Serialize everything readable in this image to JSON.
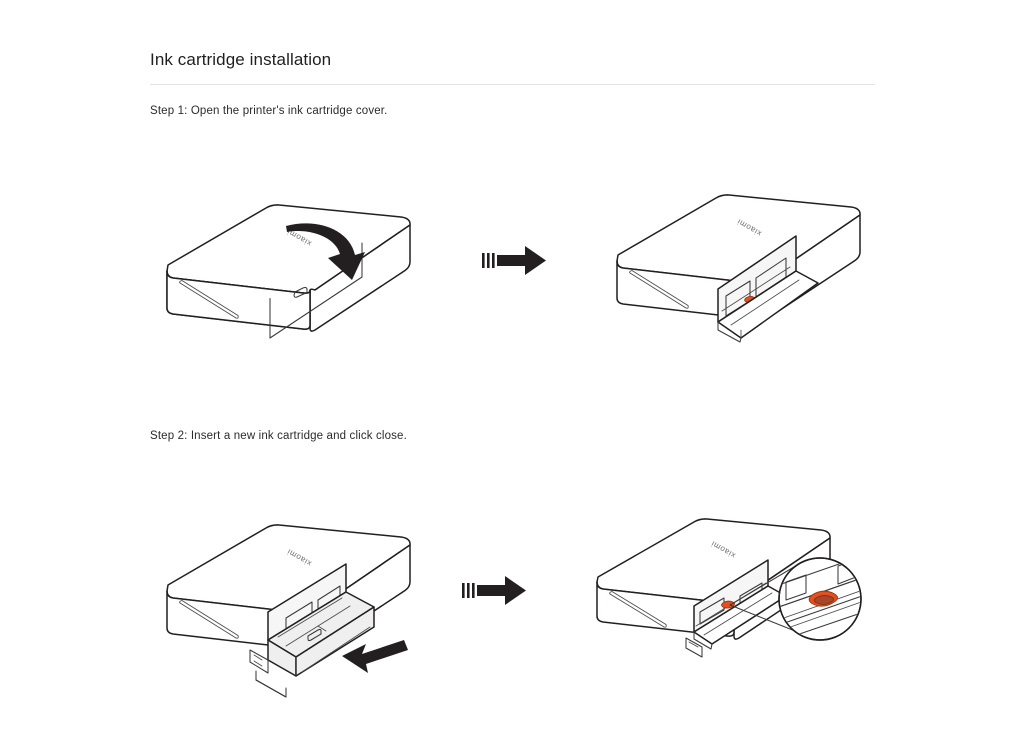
{
  "document": {
    "title": "Ink cartridge installation",
    "background_color": "#ffffff",
    "divider_color": "#e3e3e3",
    "text_color": "#1f1f1f"
  },
  "steps": [
    {
      "id": "step-1",
      "label": "Step 1: Open the printer's ink cartridge cover.",
      "panels": [
        {
          "id": "panel-step1-closed",
          "name": "printer-closed-with-rotation-arrow",
          "device_logo": "xiaomi",
          "annotation": "curved-rotation-arrow-opening-cover"
        },
        {
          "id": "panel-step1-open",
          "name": "printer-with-cover-open",
          "device_logo": "xiaomi",
          "annotation": "ink-cartridge-bay-exposed"
        }
      ],
      "transition_arrow": {
        "name": "right-block-arrow",
        "direction": "right",
        "motion_lines": 3,
        "color": "#231f20"
      }
    },
    {
      "id": "step-2",
      "label": "Step 2: Insert a new ink cartridge and click close.",
      "panels": [
        {
          "id": "panel-step2-insert",
          "name": "printer-with-cartridge-inserting",
          "device_logo": "xiaomi",
          "annotation": "push-cartridge-arrow-pointing-left"
        },
        {
          "id": "panel-step2-closed",
          "name": "printer-with-cartridge-seated",
          "device_logo": "xiaomi",
          "annotation": "magnifier-callout-showing-orange-latch"
        }
      ],
      "transition_arrow": {
        "name": "right-block-arrow",
        "direction": "right",
        "motion_lines": 3,
        "color": "#231f20"
      }
    }
  ],
  "device": {
    "brand_logo": "xiaomi",
    "logo_orientation": "rotated-180",
    "latch_color": "#e2511f",
    "tray_color": "#efefef",
    "outline_color": "#231f20"
  }
}
